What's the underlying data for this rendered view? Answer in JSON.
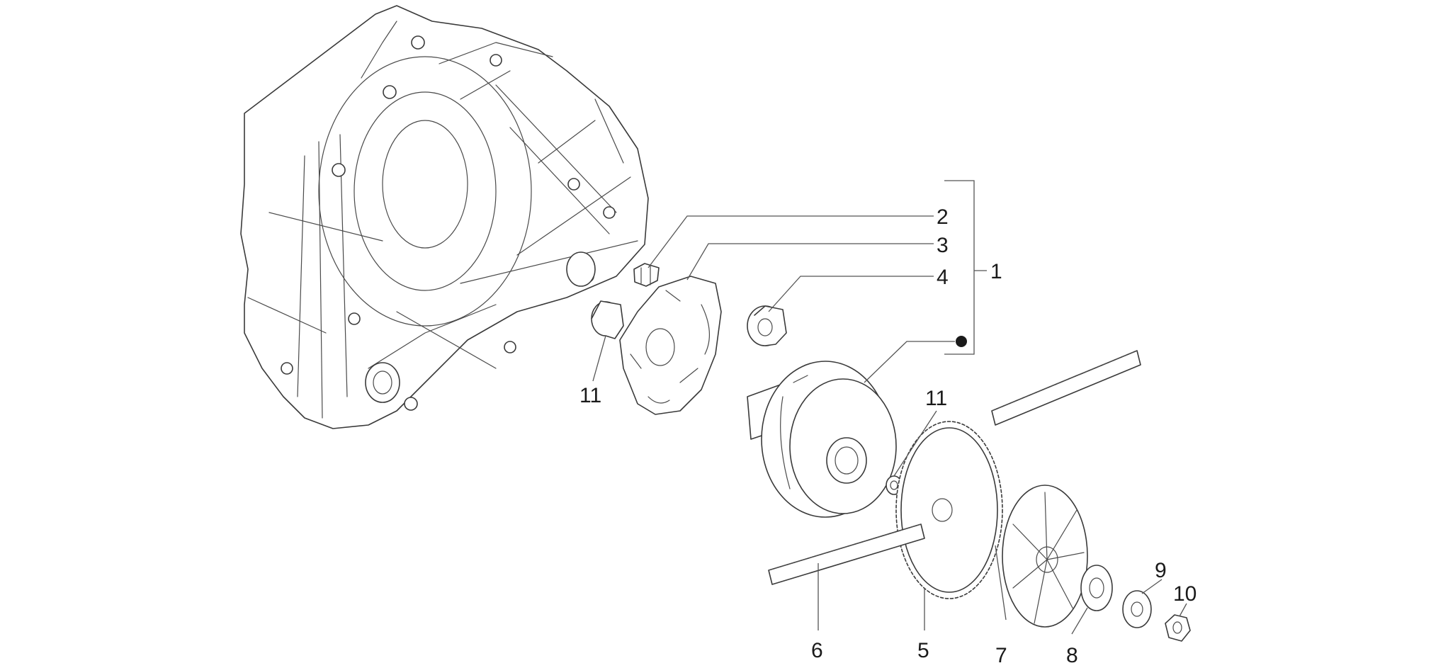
{
  "callouts": {
    "c1": "1",
    "c2": "2",
    "c3": "3",
    "c4": "4",
    "c5": "5",
    "c6": "6",
    "c7": "7",
    "c8": "8",
    "c9": "9",
    "c10": "10",
    "c11a": "11",
    "c11b": "11"
  },
  "colors": {
    "line": "#3a3a3a",
    "text": "#1a1a1a",
    "background": "#ffffff"
  }
}
